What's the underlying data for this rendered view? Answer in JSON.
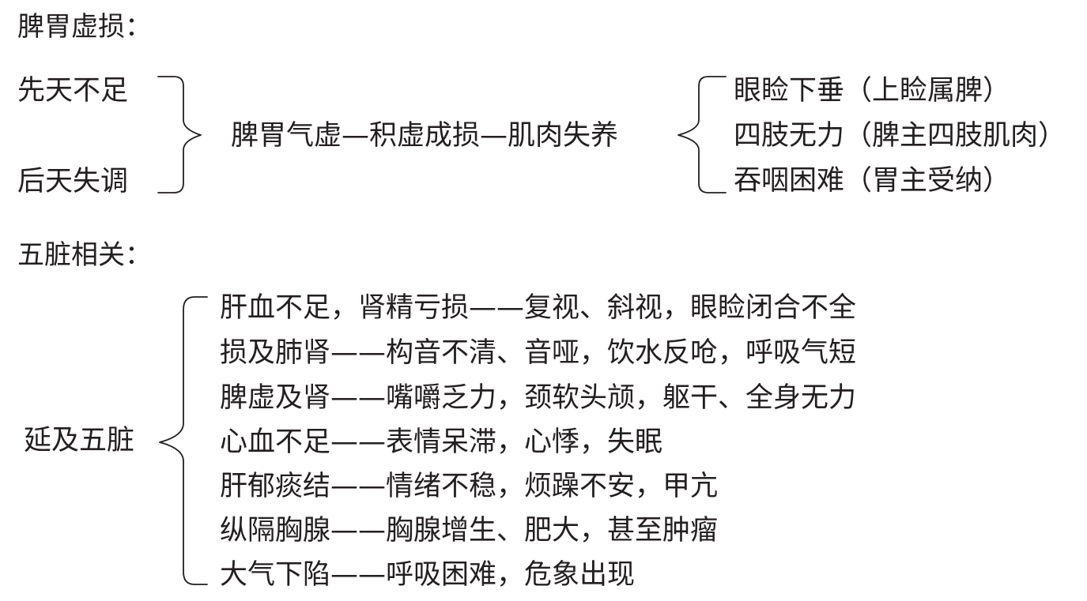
{
  "section1": {
    "heading": "脾胃虚损：",
    "causes": [
      "先天不足",
      "后天失调"
    ],
    "chain": "脾胃气虚—积虚成损—肌肉失养",
    "effects": [
      "眼睑下垂（上睑属脾）",
      "四肢无力（脾主四肢肌肉）",
      "吞咽困难（胃主受纳）"
    ]
  },
  "section2": {
    "heading": "五脏相关：",
    "root": "延及五脏",
    "items": [
      "肝血不足，肾精亏损——复视、斜视，眼睑闭合不全",
      "损及肺肾——构音不清、音哑，饮水反呛，呼吸气短",
      "脾虚及肾——嘴嚼乏力，颈软头颃，躯干、全身无力",
      "心血不足——表情呆滞，心悸，失眠",
      "肝郁痰结——情绪不稳，烦躁不安，甲亢",
      "纵隔胸腺——胸腺增生、肥大，甚至肿瘤",
      "大气下陷——呼吸困难，危象出现"
    ]
  }
}
